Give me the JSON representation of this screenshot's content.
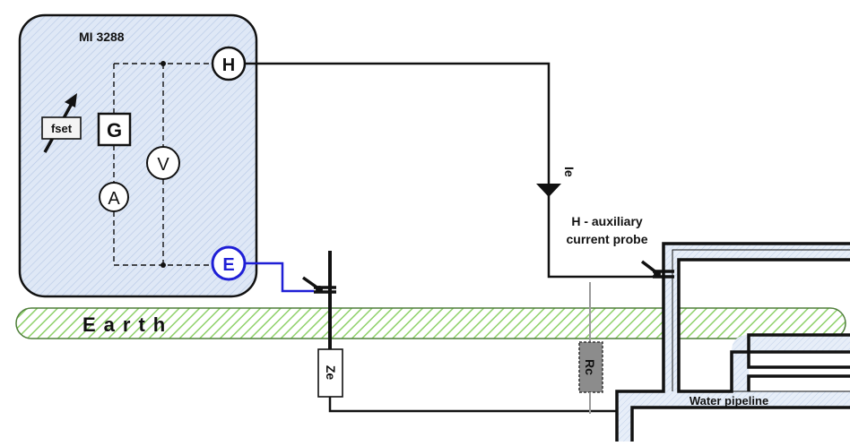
{
  "instrument": {
    "model": "MI 3288",
    "terminal_h": "H",
    "terminal_e": "E",
    "generator": "G",
    "ammeter": "A",
    "voltmeter": "V",
    "fset": "fset"
  },
  "labels": {
    "current": "Ie",
    "probe_line1": "H - auxiliary",
    "probe_line2": "current probe",
    "earth": "Earth",
    "ze": "Ze",
    "rc": "Rc",
    "pipeline": "Water pipeline"
  },
  "colors": {
    "instrument_fill": "#dbe6f5",
    "e_terminal": "#1f1fd6",
    "earth_stripe": "#8fd16a",
    "rc_fill": "#8c8c8c",
    "pipeline_fill": "#dbe6f5"
  }
}
